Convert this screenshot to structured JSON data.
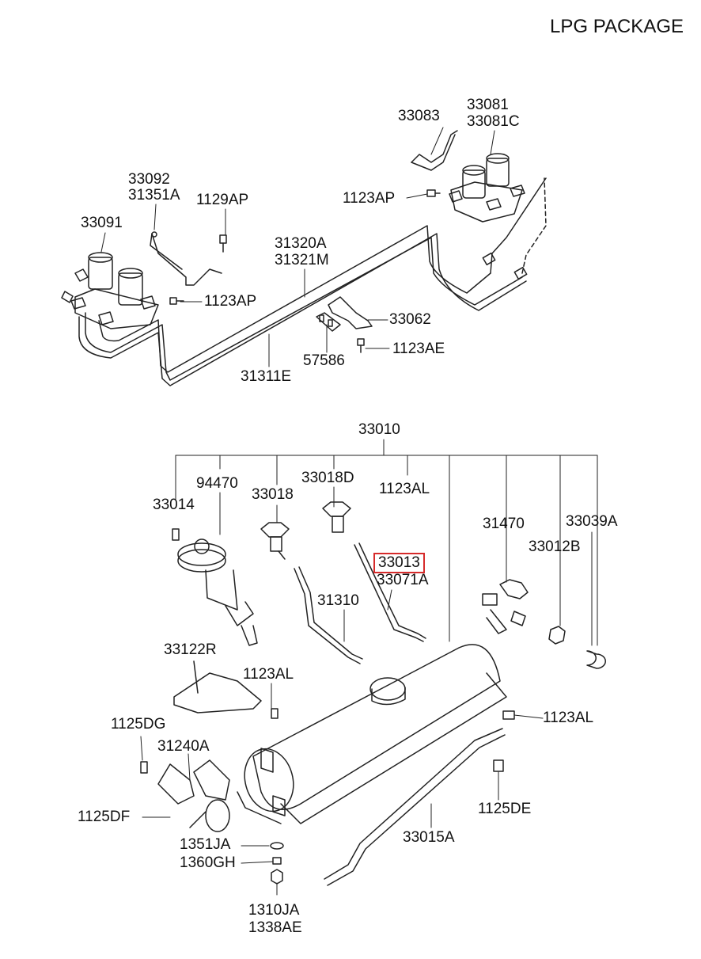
{
  "title": "LPG PACKAGE",
  "highlight_color": "#d62b2b",
  "labels": {
    "p33083": "33083",
    "p33081": "33081",
    "p33081C": "33081C",
    "p33092": "33092",
    "p31351A": "31351A",
    "p1129AP": "1129AP",
    "p1123AP_top": "1123AP",
    "p33091": "33091",
    "p31320A": "31320A",
    "p31321M": "31321M",
    "p1123AP_mid": "1123AP",
    "p33062": "33062",
    "p1123AE": "1123AE",
    "p57586": "57586",
    "p31311E": "31311E",
    "p33010": "33010",
    "p94470": "94470",
    "p33018D": "33018D",
    "p33014": "33014",
    "p33018": "33018",
    "p1123AL_top": "1123AL",
    "p31470": "31470",
    "p33039A": "33039A",
    "p33012B": "33012B",
    "p33013": "33013",
    "p33071A": "33071A",
    "p31310": "31310",
    "p33122R": "33122R",
    "p1123AL_mid": "1123AL",
    "p1123AL_right": "1123AL",
    "p1125DG": "1125DG",
    "p31240A": "31240A",
    "p1125DE": "1125DE",
    "p1125DF": "1125DF",
    "p33015A": "33015A",
    "p1351JA": "1351JA",
    "p1360GH": "1360GH",
    "p1310JA": "1310JA",
    "p1338AE": "1338AE"
  }
}
